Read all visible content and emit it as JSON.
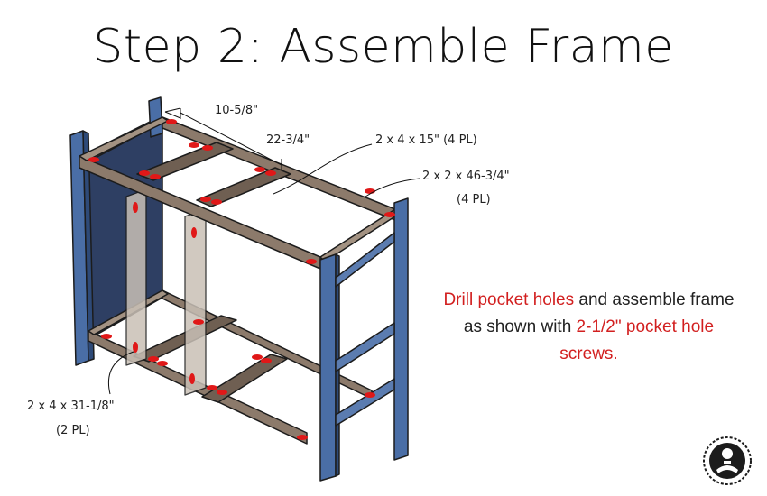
{
  "title": "Step 2: Assemble Frame",
  "dimensions": {
    "spacing_short": "10-5/8\"",
    "spacing_long": "22-3/4\""
  },
  "callouts": {
    "crosspiece_line1": "2 x 4 x 15\" (4 PL)",
    "rail_line1": "2 x 2 x 46-3/4\"",
    "rail_line2": "(4 PL)",
    "upright_line1": "2 x 4 x 31-1/8\"",
    "upright_line2": "(2 PL)"
  },
  "instructions": {
    "part1": "Drill pocket holes",
    "part2": " and assemble frame as shown with ",
    "part3": "2-1/2\" pocket hole screws."
  },
  "colors": {
    "side_panel_blue": "#4a6ea6",
    "wood_brown": "#8c7a6b",
    "pocket_hole_red": "#e01818",
    "highlight_text_red": "#d21f1f"
  },
  "logo_icon": "woodworker-logo-icon"
}
